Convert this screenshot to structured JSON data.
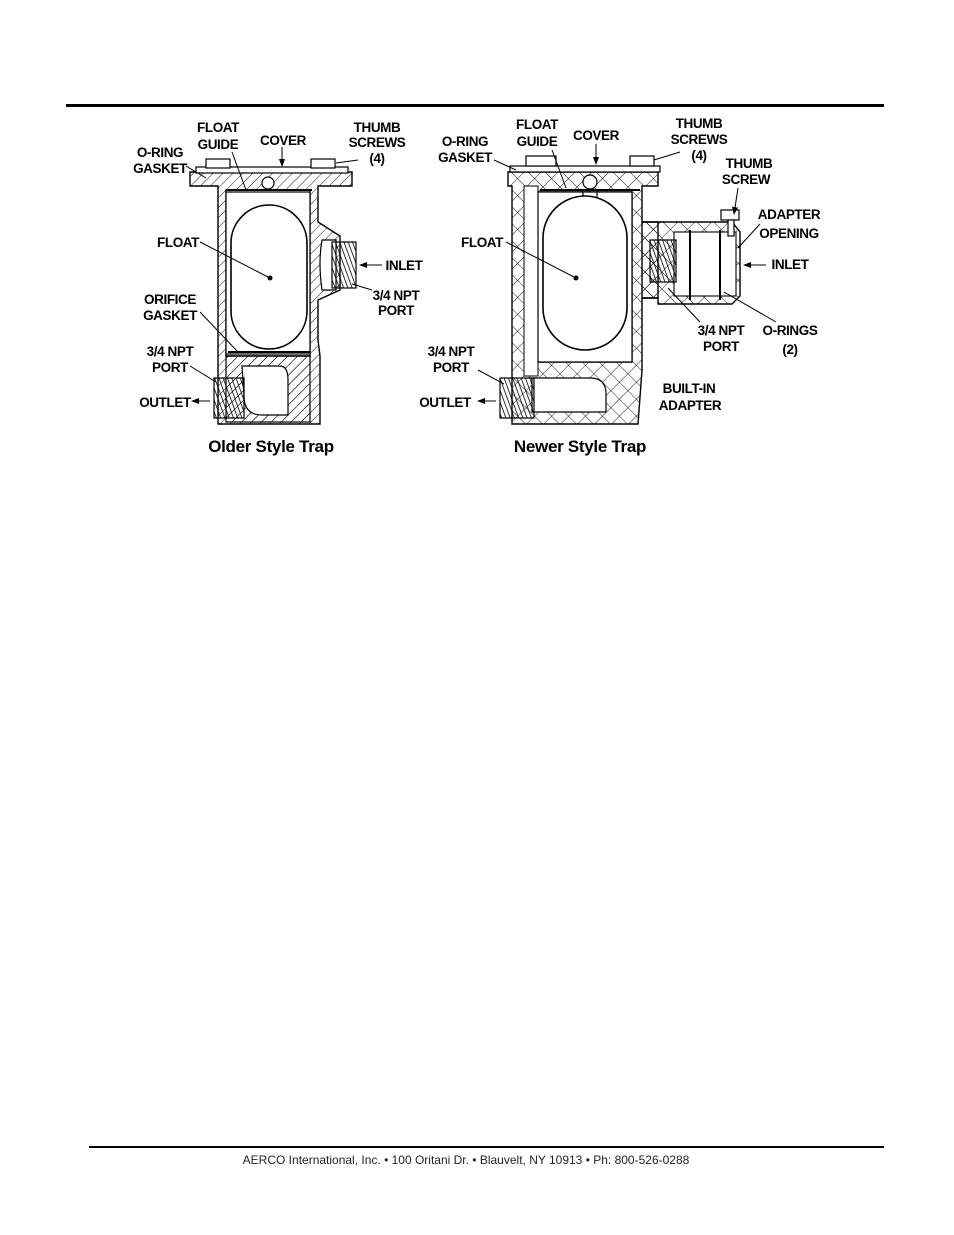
{
  "figure": {
    "older": {
      "caption": "Older Style Trap",
      "labels": {
        "float_guide_1": "FLOAT",
        "float_guide_2": "GUIDE",
        "cover": "COVER",
        "thumb_1": "THUMB",
        "thumb_2": "SCREWS",
        "thumb_3": "(4)",
        "oring_1": "O-RING",
        "oring_2": "GASKET",
        "float": "FLOAT",
        "inlet": "INLET",
        "npt_in_1": "3/4 NPT",
        "npt_in_2": "PORT",
        "orifice_1": "ORIFICE",
        "orifice_2": "GASKET",
        "npt_out_1": "3/4 NPT",
        "npt_out_2": "PORT",
        "outlet": "OUTLET"
      }
    },
    "newer": {
      "caption": "Newer Style Trap",
      "labels": {
        "float_guide_1": "FLOAT",
        "float_guide_2": "GUIDE",
        "cover": "COVER",
        "thumb_1": "THUMB",
        "thumb_2": "SCREWS",
        "thumb_3": "(4)",
        "thumb_screw_1": "THUMB",
        "thumb_screw_2": "SCREW",
        "oring_1": "O-RING",
        "oring_2": "GASKET",
        "adapter_1": "ADAPTER",
        "adapter_2": "OPENING",
        "float": "FLOAT",
        "inlet": "INLET",
        "npt_in_1": "3/4 NPT",
        "npt_in_2": "PORT",
        "orings_1": "O-RINGS",
        "orings_2": "(2)",
        "npt_out_1": "3/4 NPT",
        "npt_out_2": "PORT",
        "builtin_1": "BUILT-IN",
        "builtin_2": "ADAPTER",
        "outlet": "OUTLET"
      }
    }
  },
  "footer": {
    "text": "AERCO International, Inc. • 100 Oritani Dr. •  Blauvelt, NY 10913 • Ph: 800-526-0288"
  }
}
